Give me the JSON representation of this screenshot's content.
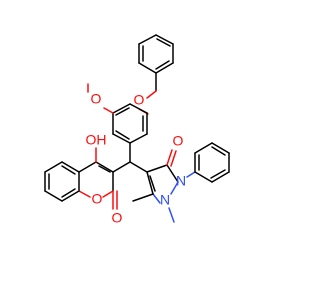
{
  "labels": {
    "methoxy_oxygen": "O",
    "benzyloxy_oxygen": "O",
    "hydroxyl": "OH",
    "ring_oxygen": "O",
    "lactone_carbonyl_oxygen": "O",
    "pyrazolone_carbonyl_oxygen": "O",
    "pyrazole_n1": "N",
    "pyrazole_n2": "N"
  },
  "colors": {
    "bond": "#000000",
    "oxygen": "#ff0d0d",
    "nitrogen": "#3050f8",
    "background": "#ffffff"
  }
}
